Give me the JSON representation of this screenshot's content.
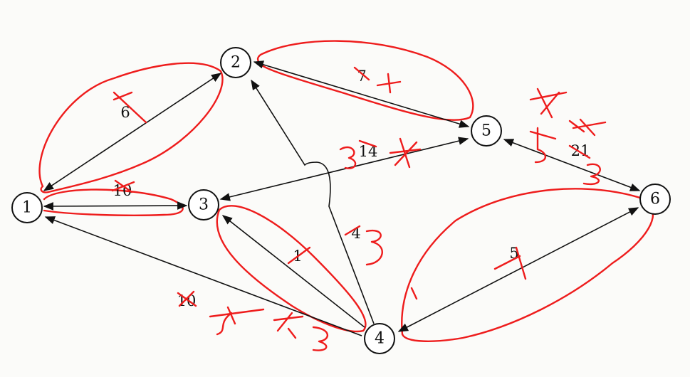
{
  "diagram": {
    "type": "weighted-graph",
    "nodes": [
      {
        "id": "1"
      },
      {
        "id": "2"
      },
      {
        "id": "3"
      },
      {
        "id": "4"
      },
      {
        "id": "5"
      },
      {
        "id": "6"
      }
    ],
    "edges": [
      {
        "from": "1",
        "to": "2",
        "weight": "6",
        "directed": "both",
        "crossed_out": true
      },
      {
        "from": "1",
        "to": "3",
        "weight": "10",
        "directed": "both",
        "crossed_out": true
      },
      {
        "from": "2",
        "to": "5",
        "weight": "7",
        "directed": "both",
        "crossed_out": true
      },
      {
        "from": "5",
        "to": "3",
        "weight": "14",
        "directed": "both",
        "crossed_out": true
      },
      {
        "from": "5",
        "to": "6",
        "weight": "21",
        "directed": "both",
        "crossed_out": true
      },
      {
        "from": "4",
        "to": "6",
        "weight": "5",
        "directed": "both",
        "crossed_out": true
      },
      {
        "from": "4",
        "to": "3",
        "weight": "1",
        "directed": "to-3",
        "crossed_out": true
      },
      {
        "from": "4",
        "to": "2",
        "weight": "4",
        "directed": "to-2",
        "crossed_out": true
      },
      {
        "from": "4",
        "to": "1",
        "weight": "10",
        "directed": "to-1",
        "crossed_out": true
      }
    ],
    "colors": {
      "ink": "#111111",
      "annotation": "#ee1c1c"
    }
  }
}
